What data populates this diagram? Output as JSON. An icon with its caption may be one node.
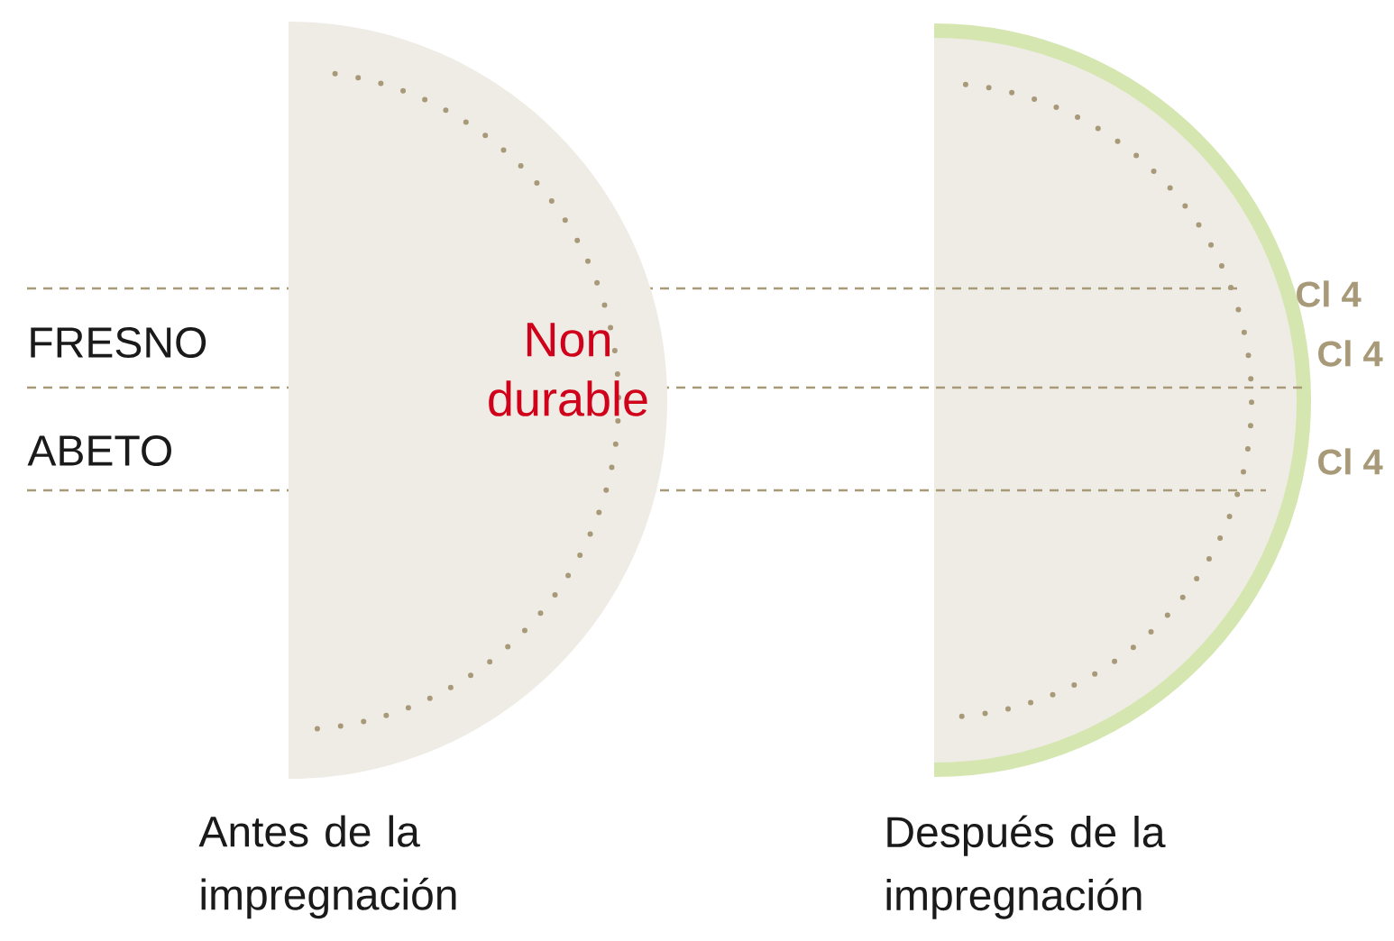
{
  "diagram": {
    "nodes": [
      {
        "text": [
          "Non durable"
        ],
        "beside": [
          "Antes de la impregnación"
        ]
      },
      {
        "text": [],
        "shape": "semicircle",
        "beside": [
          "Después de la impregnación"
        ]
      }
    ],
    "labels": [
      "FRESNO",
      "ABETO",
      "Cl 4",
      "Cl 4",
      "Cl 4"
    ]
  }
}
